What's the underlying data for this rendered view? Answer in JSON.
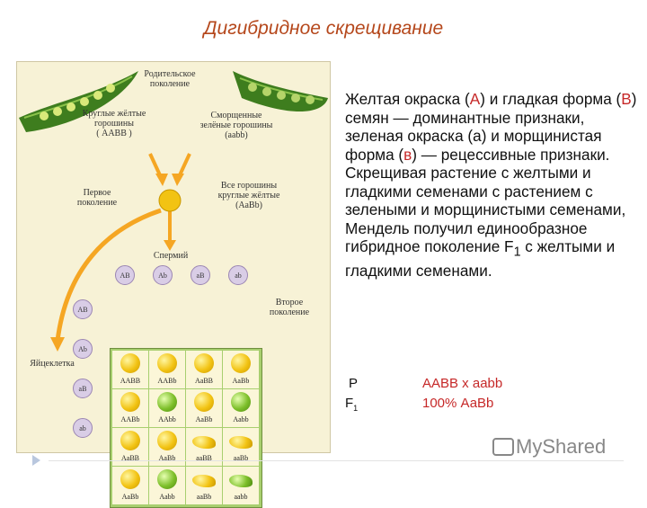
{
  "title": "Дигибридное скрещивание",
  "diagram": {
    "parents_label": "Родительское\nпоколение",
    "parent_left_label": "Круглые жёлтые\nгорошины\n( ААВВ )",
    "parent_right_label": "Сморщенные\nзелёные горошины\n(aabb)",
    "first_gen_label": "Первое\nпоколение",
    "first_gen_desc": "Все горошины\nкруглые жёлтые\n(АаВb)",
    "sperm_label": "Спермий",
    "egg_label": "Яйцеклетка",
    "second_gen_label": "Второе\nпоколение",
    "sperm_alleles": [
      "AB",
      "Ab",
      "aB",
      "ab"
    ],
    "egg_alleles": [
      "AB",
      "Ab",
      "aB",
      "ab"
    ],
    "punnett": [
      [
        {
          "g": "AABB",
          "c": "yellow"
        },
        {
          "g": "AABb",
          "c": "yellow"
        },
        {
          "g": "AaBB",
          "c": "yellow"
        },
        {
          "g": "AaBb",
          "c": "yellow"
        }
      ],
      [
        {
          "g": "AABb",
          "c": "yellow"
        },
        {
          "g": "AAbb",
          "c": "green"
        },
        {
          "g": "AaBb",
          "c": "yellow"
        },
        {
          "g": "Aabb",
          "c": "green"
        }
      ],
      [
        {
          "g": "AaBB",
          "c": "yellow"
        },
        {
          "g": "AaBb",
          "c": "yellow"
        },
        {
          "g": "aaBB",
          "c": "yellow-wr"
        },
        {
          "g": "aaBb",
          "c": "yellow-wr"
        }
      ],
      [
        {
          "g": "AaBb",
          "c": "yellow"
        },
        {
          "g": "Aabb",
          "c": "green"
        },
        {
          "g": "aaBb",
          "c": "yellow-wr"
        },
        {
          "g": "aabb",
          "c": "green-wr"
        }
      ]
    ]
  },
  "text": {
    "p1_a": "Желтая окраска (",
    "p1_A": "А",
    "p1_b": ") и гладкая форма (",
    "p1_B": "В",
    "p1_c": ") семян — доминантные признаки, зеленая окраска (",
    "p1_a2": "а",
    "p1_d": ") и морщинистая форма (",
    "p1_b2": "в",
    "p1_e": ") — рецессивные признаки.",
    "p2": "Скрещивая растение с желтыми и гладкими семенами с растением с зелеными и морщинистыми семенами, Мендель получил единообразное гибридное поколение F",
    "p2_sub": "1",
    "p2_end": " с желтыми и гладкими семенами."
  },
  "formula": {
    "p_label": "Р",
    "p_value": "ААВВ х aabb",
    "f_label": "F",
    "f_sub": "1",
    "f_value": "100% АаВb"
  },
  "logo": "MyShared"
}
